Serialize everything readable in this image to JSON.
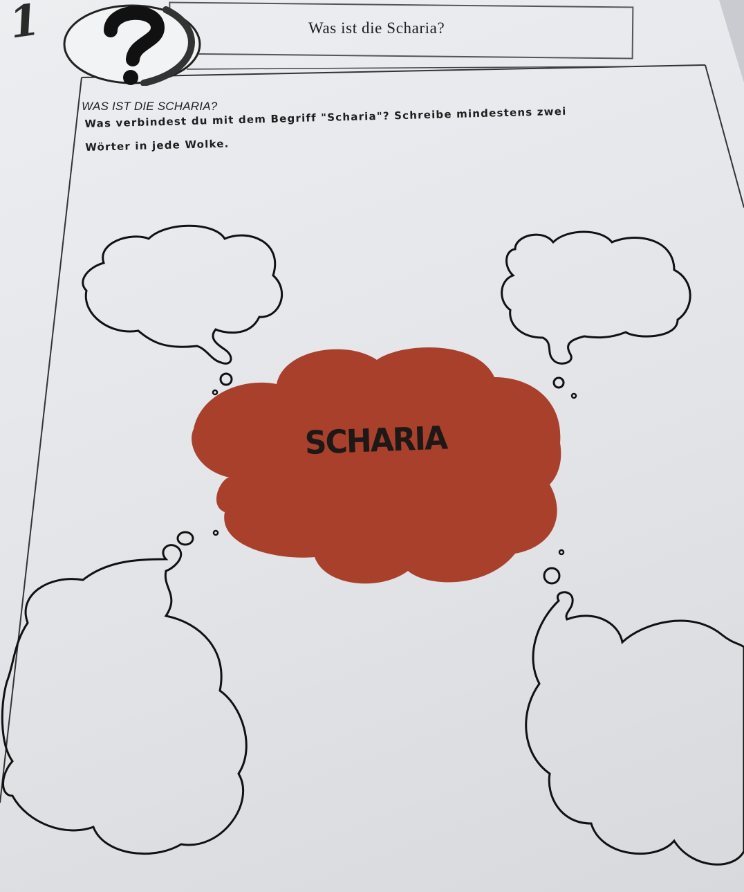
{
  "worksheet": {
    "number": "1",
    "title": "Was ist die Scharia?",
    "question_icon": "question-mark-icon",
    "section_heading": "WAS IST DIE SCHARIA?",
    "instruction_line1": "Was verbindest du mit dem Begriff \"Scharia\"? Schreibe mindestens zwei",
    "instruction_line2": "Wörter in jede Wolke.",
    "center_cloud_label": "SCHARIA",
    "center_cloud_color": "#a8402c",
    "thought_clouds": [
      "top-left",
      "top-right",
      "bottom-left",
      "bottom-right"
    ]
  }
}
